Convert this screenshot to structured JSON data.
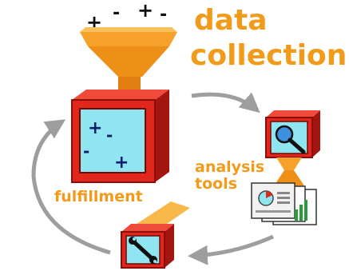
{
  "title": {
    "line1": "data",
    "line2": "collection"
  },
  "labels": {
    "analysis_line1": "analysis",
    "analysis_line2": "tools",
    "fulfillment": "fulfillment"
  },
  "colors": {
    "accent_orange": "#f29a1a",
    "box_red": "#e3261b",
    "box_red_dark": "#a3150e",
    "screen_cyan": "#8fe6f0",
    "funnel_orange": "#f6a12a",
    "arrow_gray": "#9e9e9e"
  },
  "icons": [
    "plus-minus-symbols",
    "funnel-icon",
    "magnifier-icon",
    "chart-report-icon",
    "wrench-icon",
    "cycle-arrow-icon"
  ]
}
